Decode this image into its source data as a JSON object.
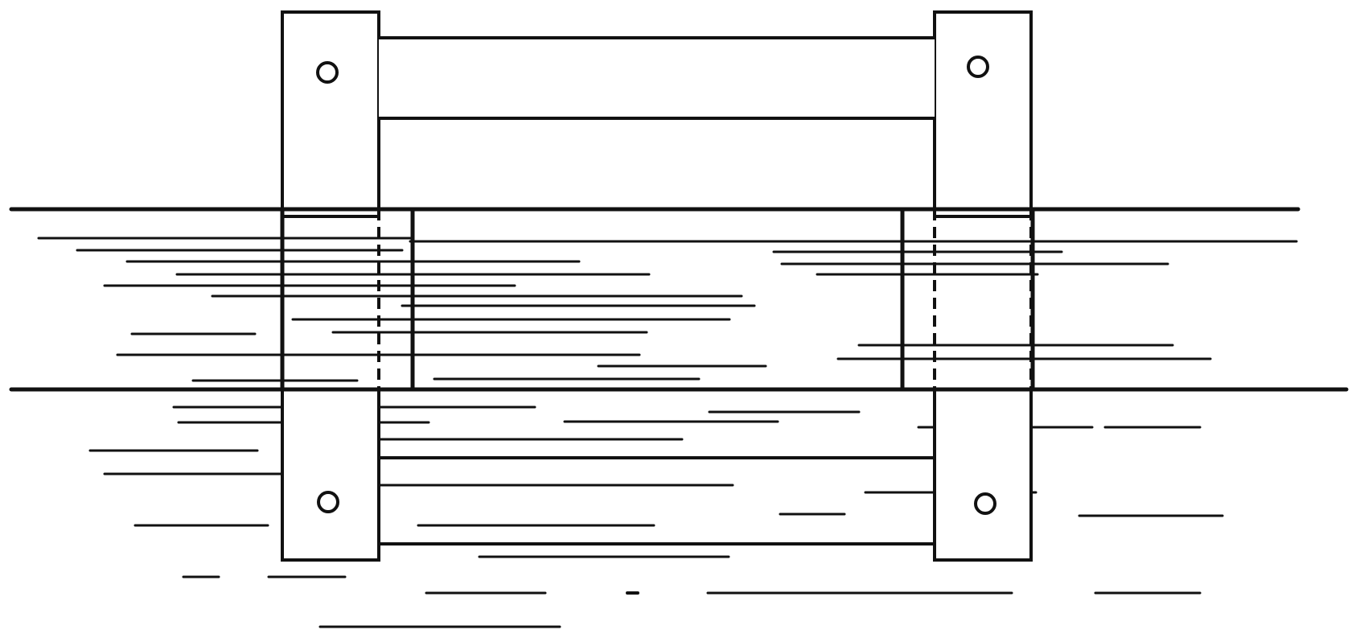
{
  "colors": {
    "ink": "#111111",
    "background": "#ffffff"
  },
  "illustration": {
    "frame": {
      "posts": 4,
      "rails": 4,
      "bolt_holes": 4
    },
    "water_lines": 48,
    "submerged_blocks": 2
  }
}
